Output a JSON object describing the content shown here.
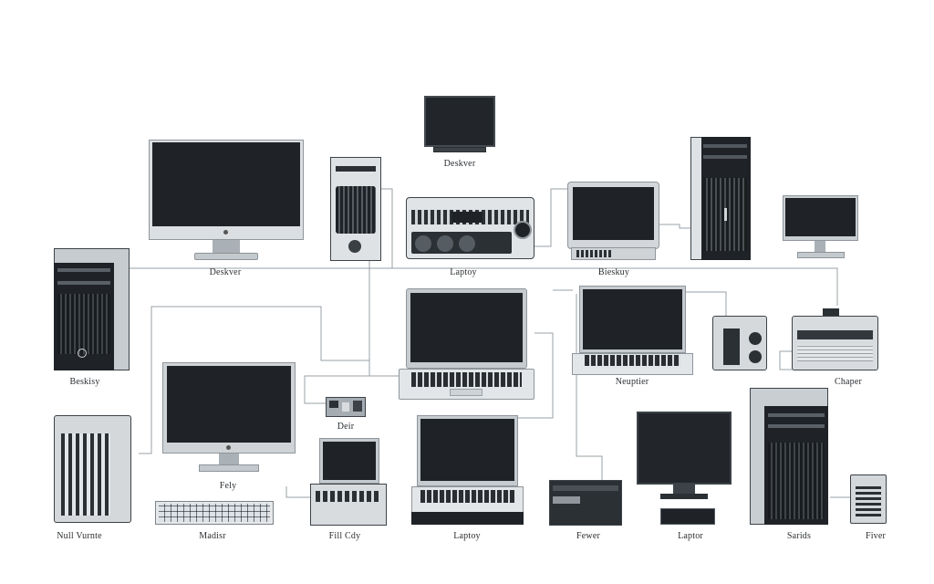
{
  "diagram": {
    "labels": {
      "desktop_top_left": "Deskver",
      "desktop_top_center": "Deskver",
      "laptop_top": "Laptoy",
      "desktop_top_right": "Bieskuy",
      "desktop_left": "Beskisy",
      "neuptier": "Neuptier",
      "chaper": "Chaper",
      "deir": "Deir",
      "fely": "Fely",
      "null_vurnte": "Null Vurnte",
      "madisr": "Madisr",
      "fill_cady": "Fill Cdy",
      "laptop_bottom": "Laptoy",
      "fewer": "Fewer",
      "laptor": "Laptor",
      "sarids": "Sarids",
      "fiver": "Fiver"
    }
  }
}
